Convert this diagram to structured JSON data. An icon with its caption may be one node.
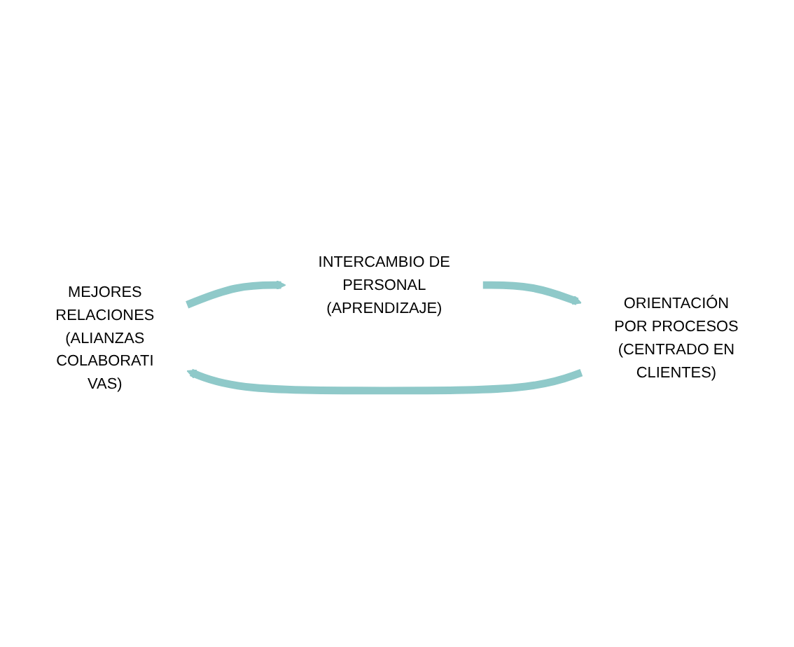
{
  "diagram": {
    "nodes": [
      {
        "text": [
          "MEJORES RELACIONES (ALIANZAS COLABORATI VAS)"
        ]
      },
      {
        "text": [
          "INTERCAMBIO DE PERSONAL (APRENDIZAJE)"
        ]
      },
      {
        "text": [
          "ORIENTACIÓN POR PROCESOS (CENTRADO EN CLIENTES)"
        ]
      }
    ],
    "edges": [
      {
        "from": 0,
        "to": 1,
        "arrow": "to"
      },
      {
        "from": 1,
        "to": 2,
        "arrow": "to"
      },
      {
        "from": 2,
        "to": 0,
        "arrow": "to"
      }
    ]
  }
}
